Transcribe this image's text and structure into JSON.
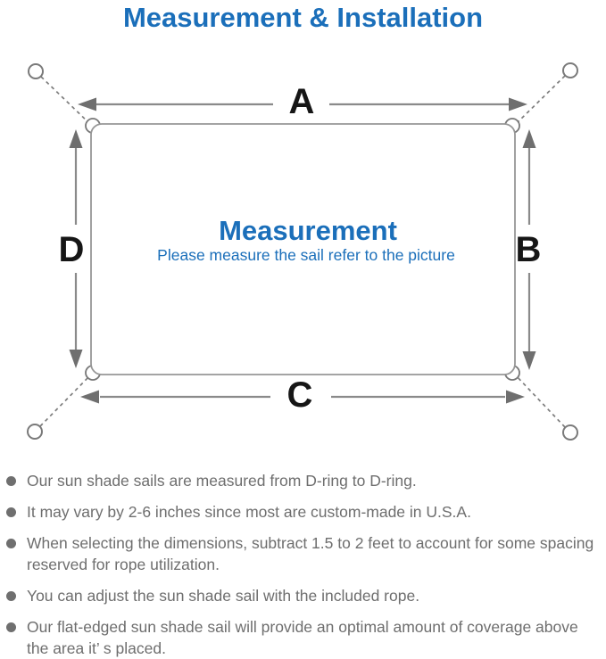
{
  "header": {
    "title": "Measurement & Installation"
  },
  "colors": {
    "accent_blue": "#1b6fba",
    "line_gray": "#8c8c8c",
    "arrow_gray": "#6f6f6f",
    "note_text_gray": "#6e6e6e",
    "dim_label_black": "#161616"
  },
  "diagram": {
    "dimension_labels": {
      "top": "A",
      "right": "B",
      "bottom": "C",
      "left": "D"
    },
    "center": {
      "title": "Measurement",
      "subtitle": "Please measure the sail refer to the picture"
    }
  },
  "notes": {
    "items": [
      "Our sun shade sails are measured from D-ring to D-ring.",
      "It may vary by 2-6 inches since most are custom-made in U.S.A.",
      "When selecting the dimensions, subtract 1.5 to 2 feet to account for some spacing reserved for rope utilization.",
      "You can adjust the sun shade sail with the included rope.",
      "Our flat-edged sun shade sail will provide an optimal amount of coverage above the area it’ s placed."
    ]
  }
}
